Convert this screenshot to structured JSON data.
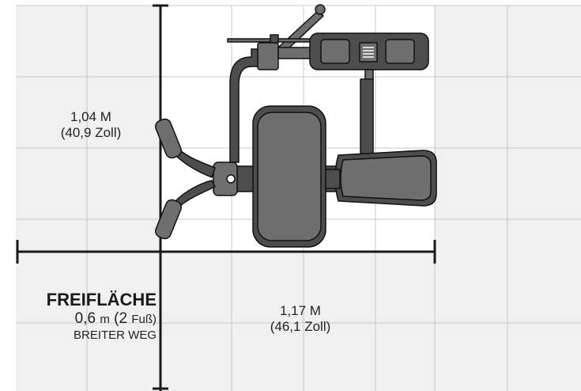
{
  "dimensions": {
    "depth": {
      "metric": "1,04 M",
      "imperial": "(40,9 Zoll)"
    },
    "width": {
      "metric": "1,17 M",
      "imperial": "(46,1 Zoll)"
    }
  },
  "clearance": {
    "title": "FREIFLÄCHE",
    "size_value": "0,6",
    "size_unit": "m",
    "size_imperial_open": "(2",
    "size_imperial_unit": "Fuß)",
    "subtitle": "BREITER WEG"
  },
  "colors": {
    "grid_fill": "#f0f0f0",
    "grid_line": "#c8c8c8",
    "footprint": "#ffffff",
    "dimension_line": "#1a1a1a",
    "machine_dark": "#4d4d4d",
    "machine_mid": "#6e6e6e",
    "machine_outline": "#111111"
  }
}
